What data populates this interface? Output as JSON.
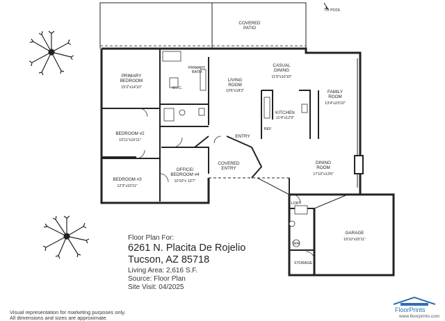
{
  "rooms": {
    "patio": {
      "name": "COVERED\nPATIO"
    },
    "primary_bedroom": {
      "name": "PRIMARY\nBEDROOM",
      "size": "15'2\"x14'10\""
    },
    "primary_bath": {
      "name": "PRIMARY\nBATH"
    },
    "wic": {
      "name": "W.I.C."
    },
    "living_room": {
      "name": "LIVING\nROOM",
      "size": "13'6\"x18'2\""
    },
    "casual_dining": {
      "name": "CASUAL\nDINING",
      "size": "11'9\"x10'10\""
    },
    "family_room": {
      "name": "FAMILY\nROOM",
      "size": "13'4\"x23'10\""
    },
    "kitchen": {
      "name": "KITCHEN",
      "size": "11'4\"x12'9\""
    },
    "bedroom2": {
      "name": "BEDROOM #2",
      "size": "10'11\"x10'11\""
    },
    "bedroom3": {
      "name": "BEDROOM #3",
      "size": "12'3\"x10'11\""
    },
    "office": {
      "name": "OFFICE/\nBEDROOM #4",
      "size": "10'10\"x 13'7\""
    },
    "entry": {
      "name": "ENTRY"
    },
    "covered_entry": {
      "name": "COVERED\nENTRY"
    },
    "dining_room": {
      "name": "DINING\nROOM",
      "size": "17'10\"x13'5\""
    },
    "laundry": {
      "name": "LDRY"
    },
    "garage": {
      "name": "GARAGE",
      "size": "19'10\"x20'11\""
    },
    "storage": {
      "name": "STORAGE"
    },
    "wh": {
      "name": "WH"
    },
    "refrigerator": {
      "name": "REF"
    }
  },
  "to_pool": "TO POOL",
  "info": {
    "intro": "Floor Plan For:",
    "address": "6261 N. Placita De Rojelio",
    "city": "Tucson, AZ  85718",
    "area": "Living Area:  2,616 S.F.",
    "source": "Source:  Floor Plan",
    "visit": "Site Visit:  04/2025"
  },
  "disclaimer": {
    "line1": "Visual representation for marketing purposes only.",
    "line2": "All dimensions and sizes are approximate."
  },
  "logo": {
    "name": "FloorPrints",
    "url": "www.floorprints.com",
    "color": "#2f6fb0"
  }
}
